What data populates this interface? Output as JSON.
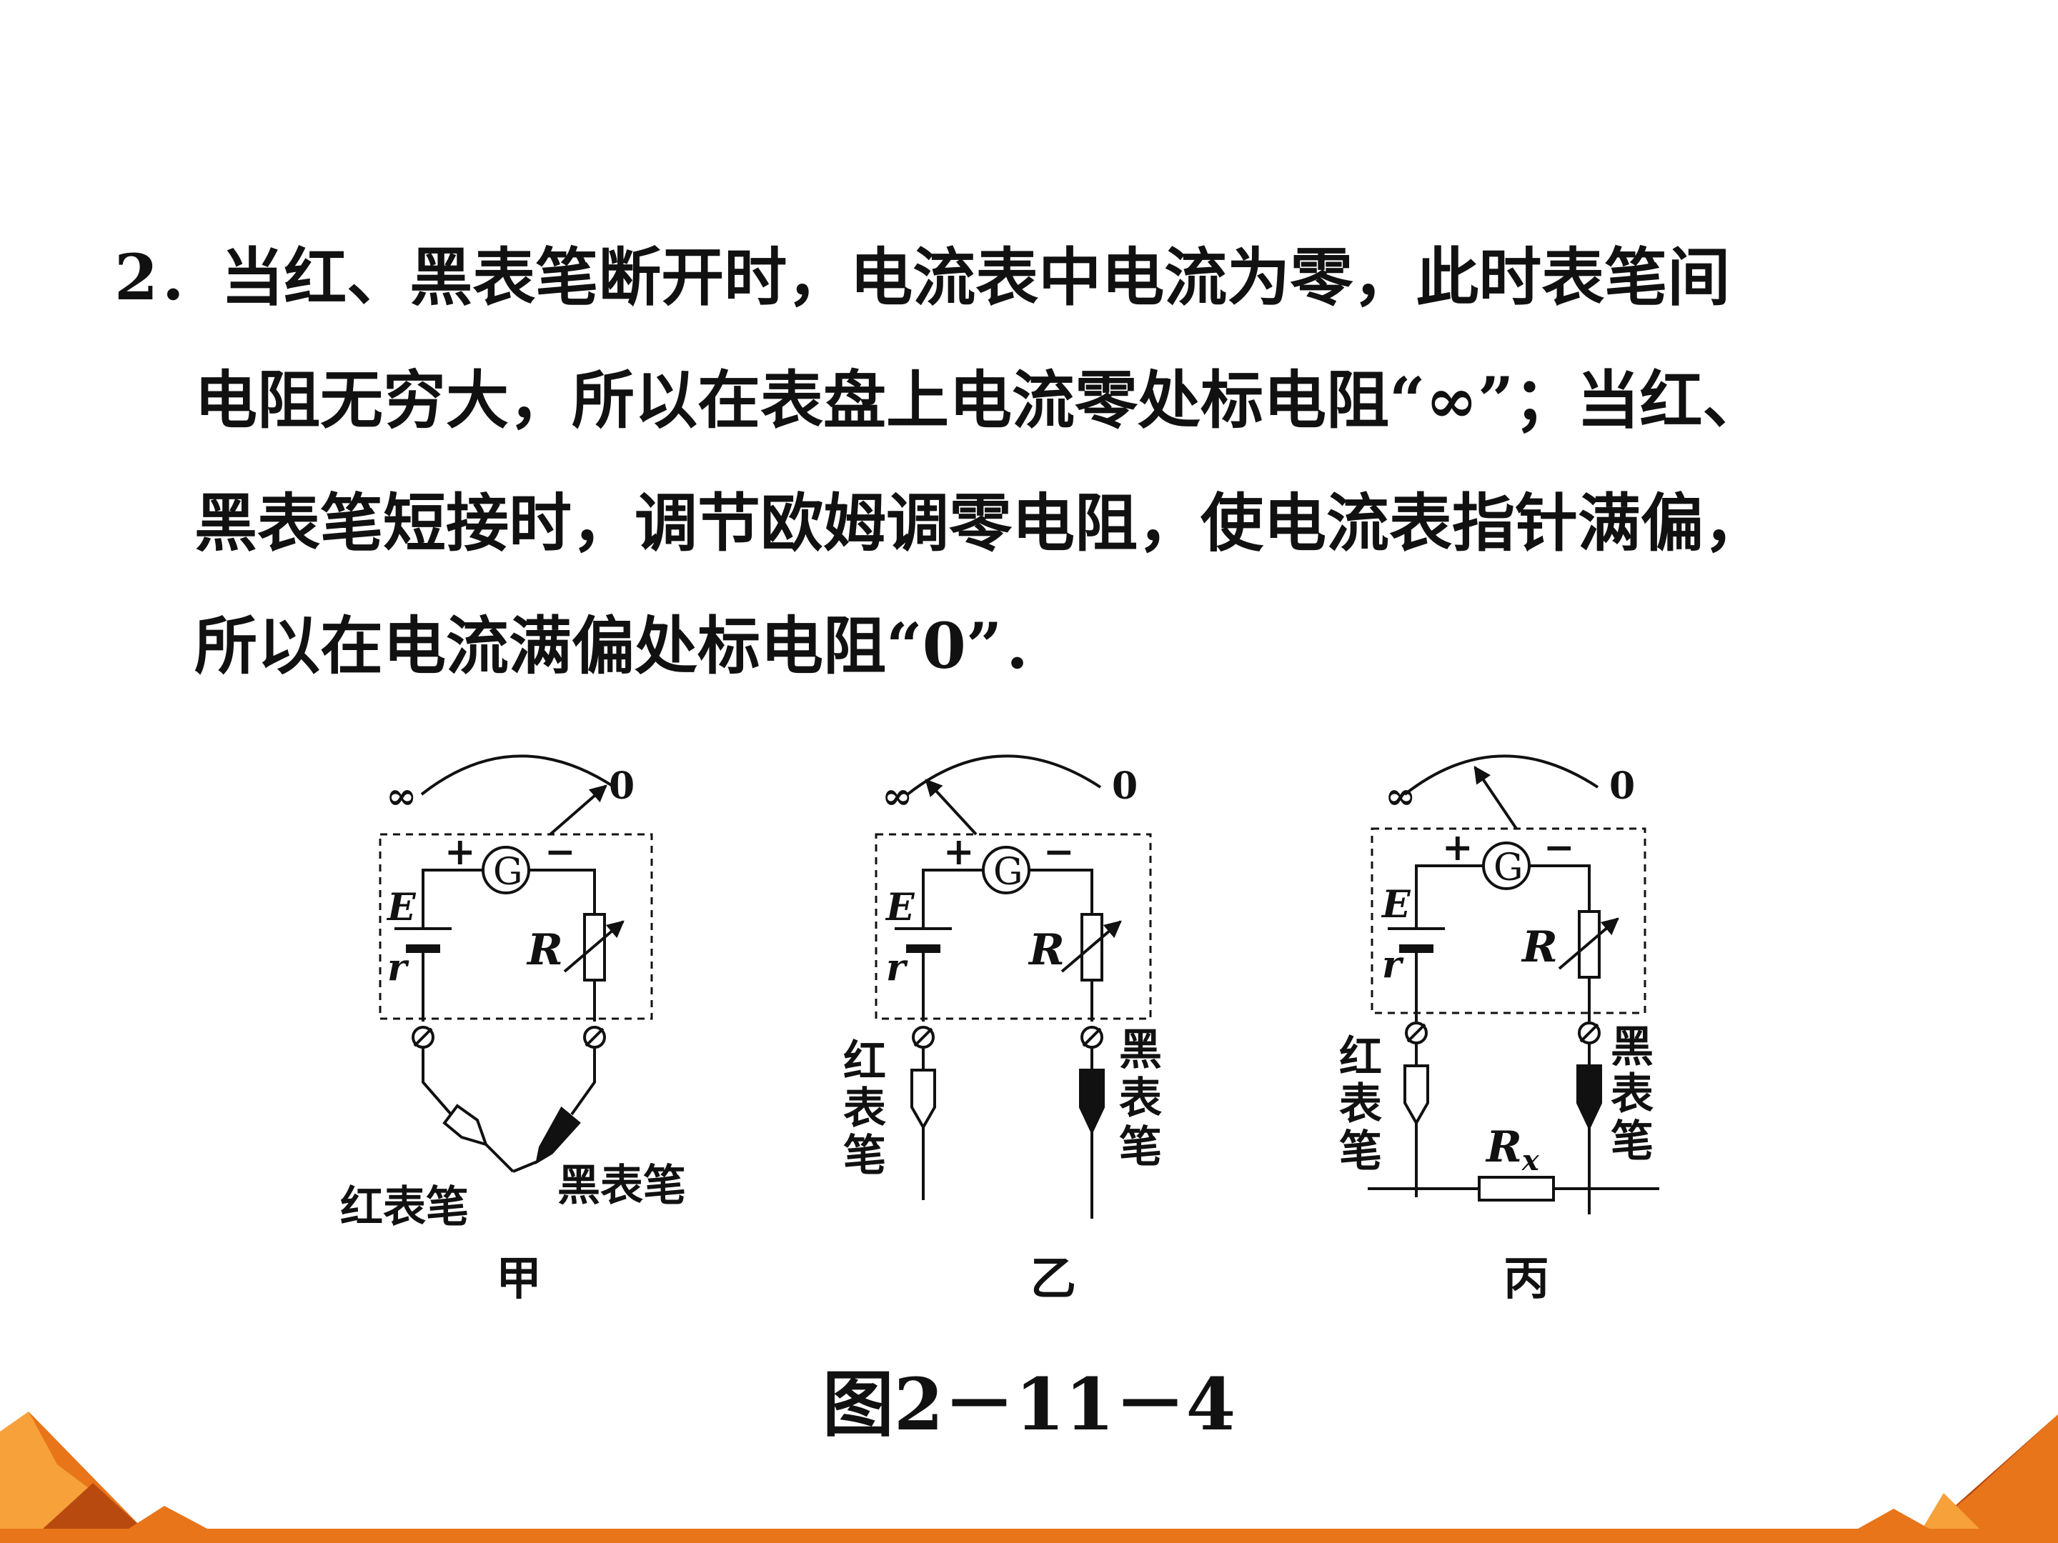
{
  "paragraph": {
    "line1": "2．当红、黑表笔断开时，电流表中电流为零，此时表笔间",
    "line2": "电阻无穷大，所以在表盘上电流零处标电阻“∞”；当红、",
    "line3": "黑表笔短接时，调节欧姆调零电阻，使电流表指针满偏，",
    "line4": "所以在电流满偏处标电阻“0”．"
  },
  "figure": {
    "scale_infinity": "∞",
    "scale_zero": "0",
    "galvanometer": "G",
    "plus": "+",
    "minus": "−",
    "emf": "E",
    "internal_r": "r",
    "rheostat": "R",
    "rx": "R",
    "rx_sub": "x",
    "red_probe": "红表笔",
    "black_probe": "黑表笔",
    "red_probe_v": [
      "红",
      "表",
      "笔"
    ],
    "black_probe_v": [
      "黑",
      "表",
      "笔"
    ],
    "panel_labels": [
      "甲",
      "乙",
      "丙"
    ]
  },
  "caption": "图2－11－4",
  "colors": {
    "footer_orange": "#e8751a",
    "footer_dark": "#b84a10",
    "footer_light": "#f6a13a"
  }
}
